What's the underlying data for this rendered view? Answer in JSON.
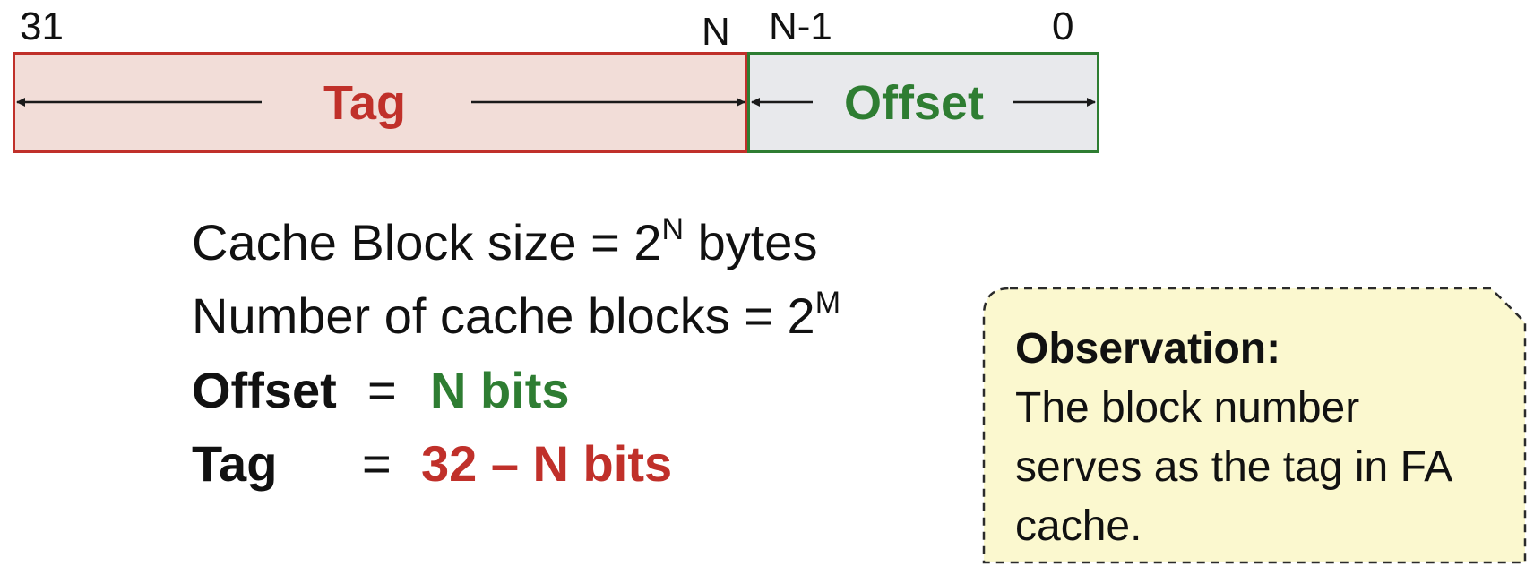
{
  "bit_labels": {
    "left_end": "31",
    "tag_low": "N",
    "offset_high": "N-1",
    "right_end": "0"
  },
  "fields": {
    "tag": "Tag",
    "offset": "Offset"
  },
  "formulas": {
    "block_size_text": "Cache Block size = 2",
    "block_size_exp": "N",
    "block_size_unit": " bytes",
    "num_blocks_text": "Number of cache blocks = 2",
    "num_blocks_exp": "M",
    "offset_term": "Offset",
    "offset_eq": "=",
    "offset_value": "N bits",
    "tag_term": "Tag",
    "tag_eq": "=",
    "tag_value": "32 – N bits"
  },
  "observation": {
    "heading": "Observation:",
    "body": "The block number serves as the tag in FA cache."
  },
  "colors": {
    "tag": "#c0302a",
    "tag_fill": "#f2ddd8",
    "offset": "#2e7d32",
    "offset_fill": "#e8e9ec",
    "note_fill": "#fbf8cf"
  }
}
